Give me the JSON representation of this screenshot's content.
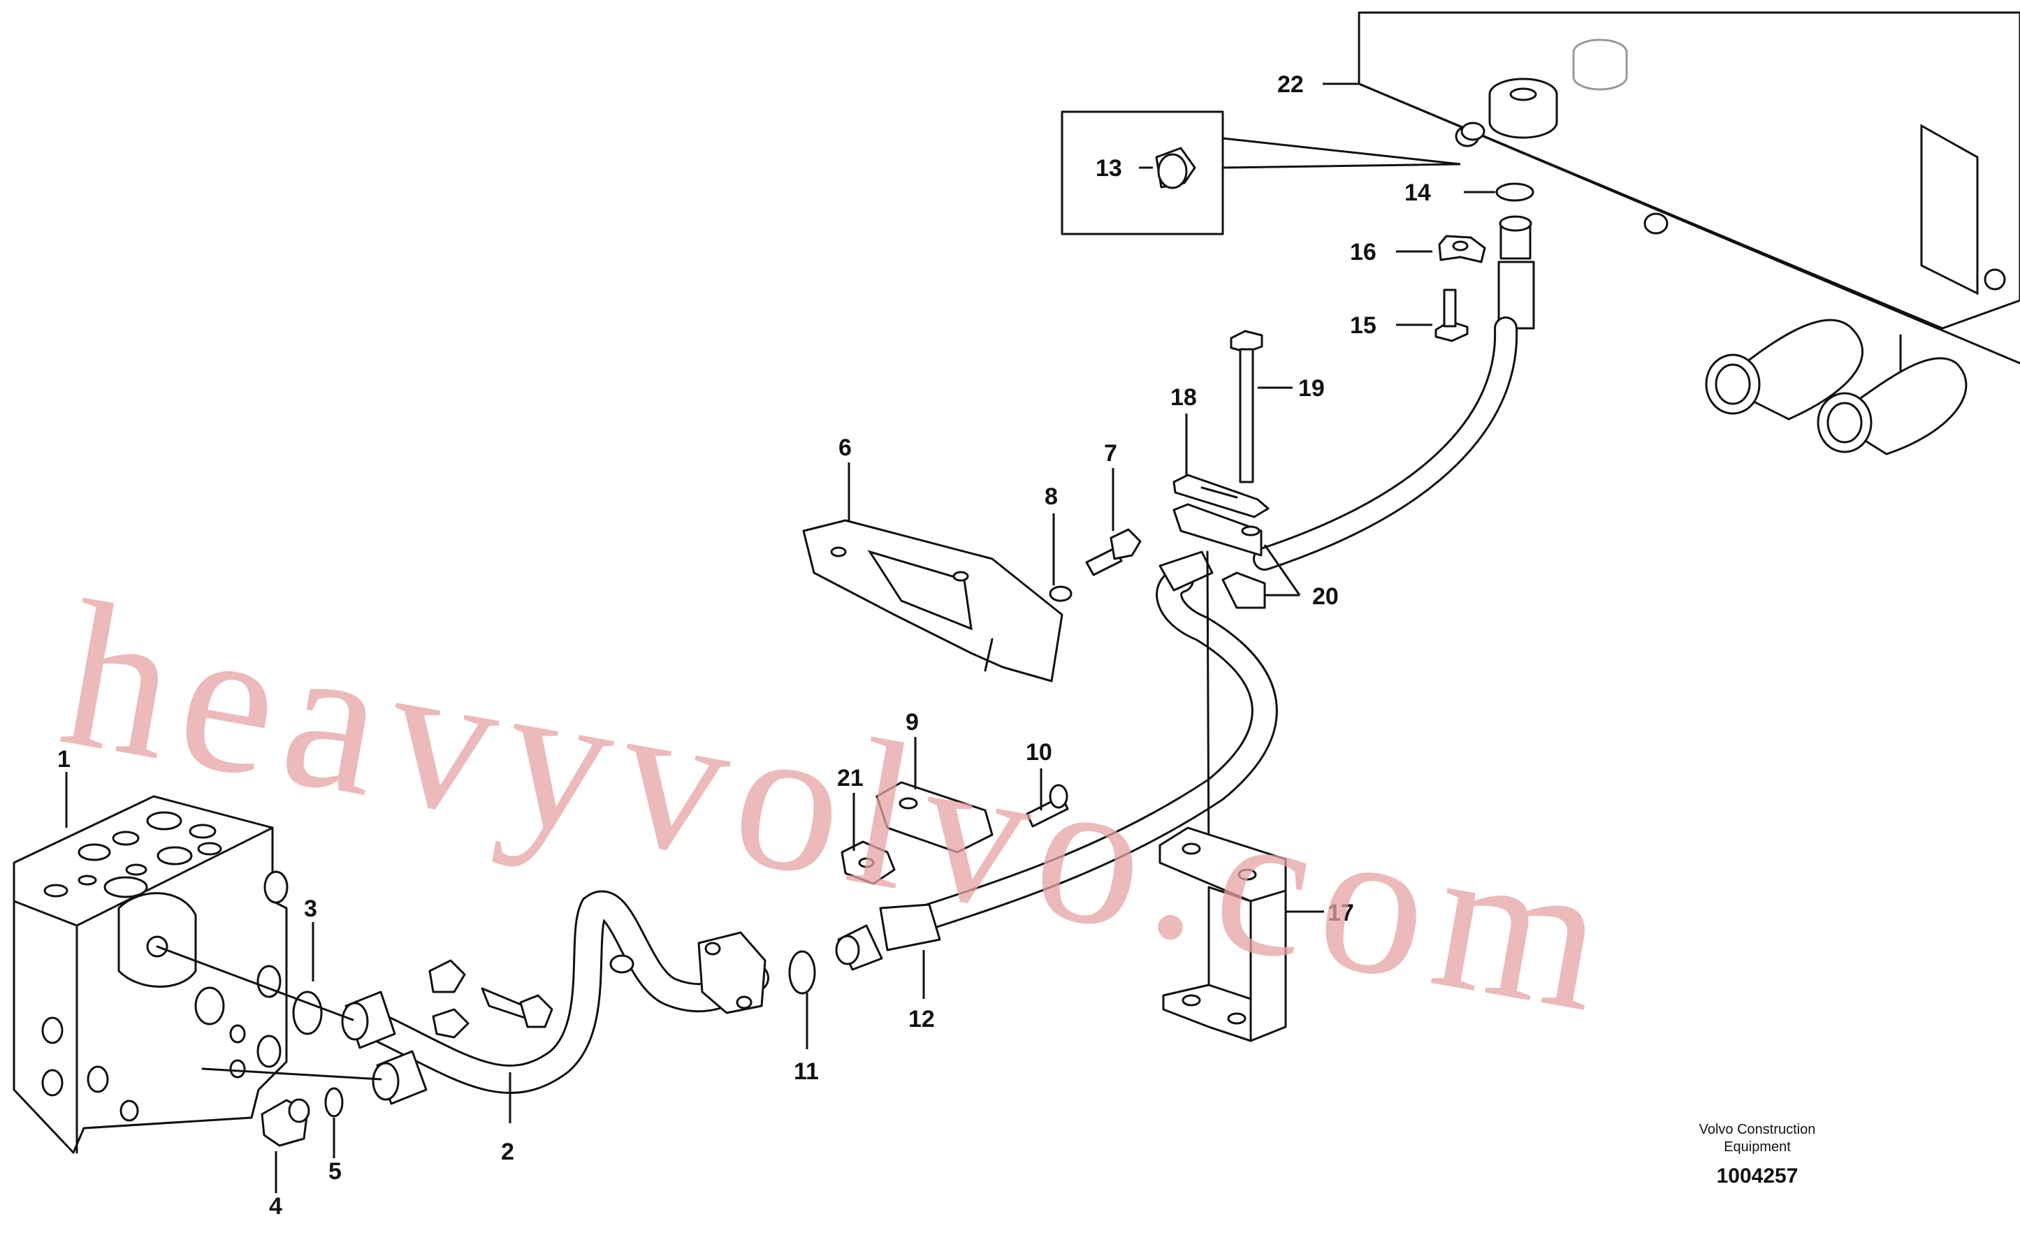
{
  "watermark": "heavyvolvo.com",
  "footer": {
    "brand_line1": "Volvo Construction",
    "brand_line2": "Equipment",
    "doc_number": "1004257"
  },
  "callouts": {
    "c1": "1",
    "c2": "2",
    "c3": "3",
    "c4": "4",
    "c5": "5",
    "c6": "6",
    "c7": "7",
    "c8": "8",
    "c9": "9",
    "c10": "10",
    "c11": "11",
    "c12": "12",
    "c13": "13",
    "c14": "14",
    "c15": "15",
    "c16": "16",
    "c17": "17",
    "c18": "18",
    "c19": "19",
    "c20": "20",
    "c21": "21",
    "c22": "22"
  }
}
